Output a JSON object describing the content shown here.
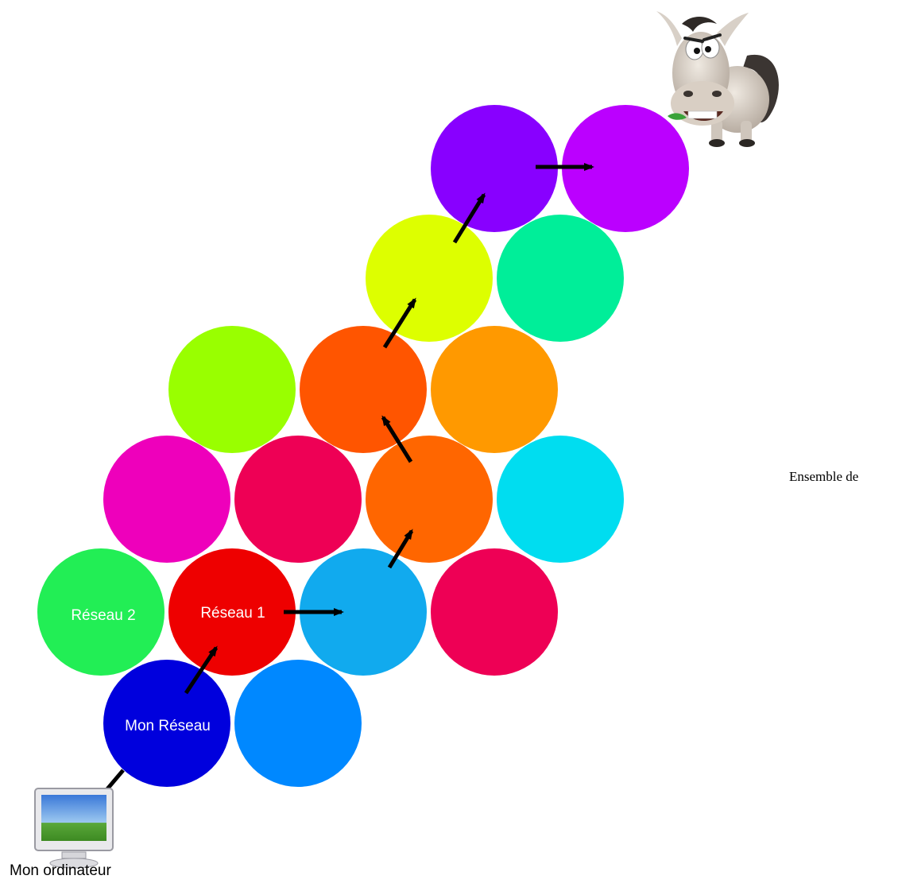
{
  "nodes": [
    {
      "id": "mon-reseau",
      "label": "Mon Réseau",
      "color": "#0000dd"
    },
    {
      "id": "reseau-1",
      "label": "Réseau 1",
      "color": "#ee0000"
    },
    {
      "id": "reseau-2",
      "label": "Réseau 2",
      "color": "#22ee55"
    },
    {
      "id": "n-blue-bottom",
      "label": "",
      "color": "#0088ff"
    },
    {
      "id": "n-skyblue",
      "label": "",
      "color": "#11aaee"
    },
    {
      "id": "n-crimson-right",
      "label": "",
      "color": "#ee0055"
    },
    {
      "id": "n-magenta",
      "label": "",
      "color": "#ee00bb"
    },
    {
      "id": "n-crimson-mid",
      "label": "",
      "color": "#ee0055"
    },
    {
      "id": "n-orange-mid",
      "label": "",
      "color": "#ff6600"
    },
    {
      "id": "n-cyan",
      "label": "",
      "color": "#00ddf0"
    },
    {
      "id": "n-lime",
      "label": "",
      "color": "#99ff00"
    },
    {
      "id": "n-orange-upper",
      "label": "",
      "color": "#ff5500"
    },
    {
      "id": "n-amber",
      "label": "",
      "color": "#ff9900"
    },
    {
      "id": "n-yellow",
      "label": "",
      "color": "#ddff00"
    },
    {
      "id": "n-mint",
      "label": "",
      "color": "#00ee99"
    },
    {
      "id": "n-violet",
      "label": "",
      "color": "#8800ff"
    },
    {
      "id": "n-purple",
      "label": "",
      "color": "#bb00ff"
    }
  ],
  "path": [
    "mon-reseau",
    "reseau-1",
    "n-skyblue",
    "n-orange-mid",
    "n-orange-upper",
    "n-yellow",
    "n-violet",
    "n-purple"
  ],
  "computer_caption": "Mon ordinateur",
  "side_text": "Ensemble de",
  "destination_icon": "donkey-mascot-icon",
  "computer_icon": "desktop-computer-icon"
}
